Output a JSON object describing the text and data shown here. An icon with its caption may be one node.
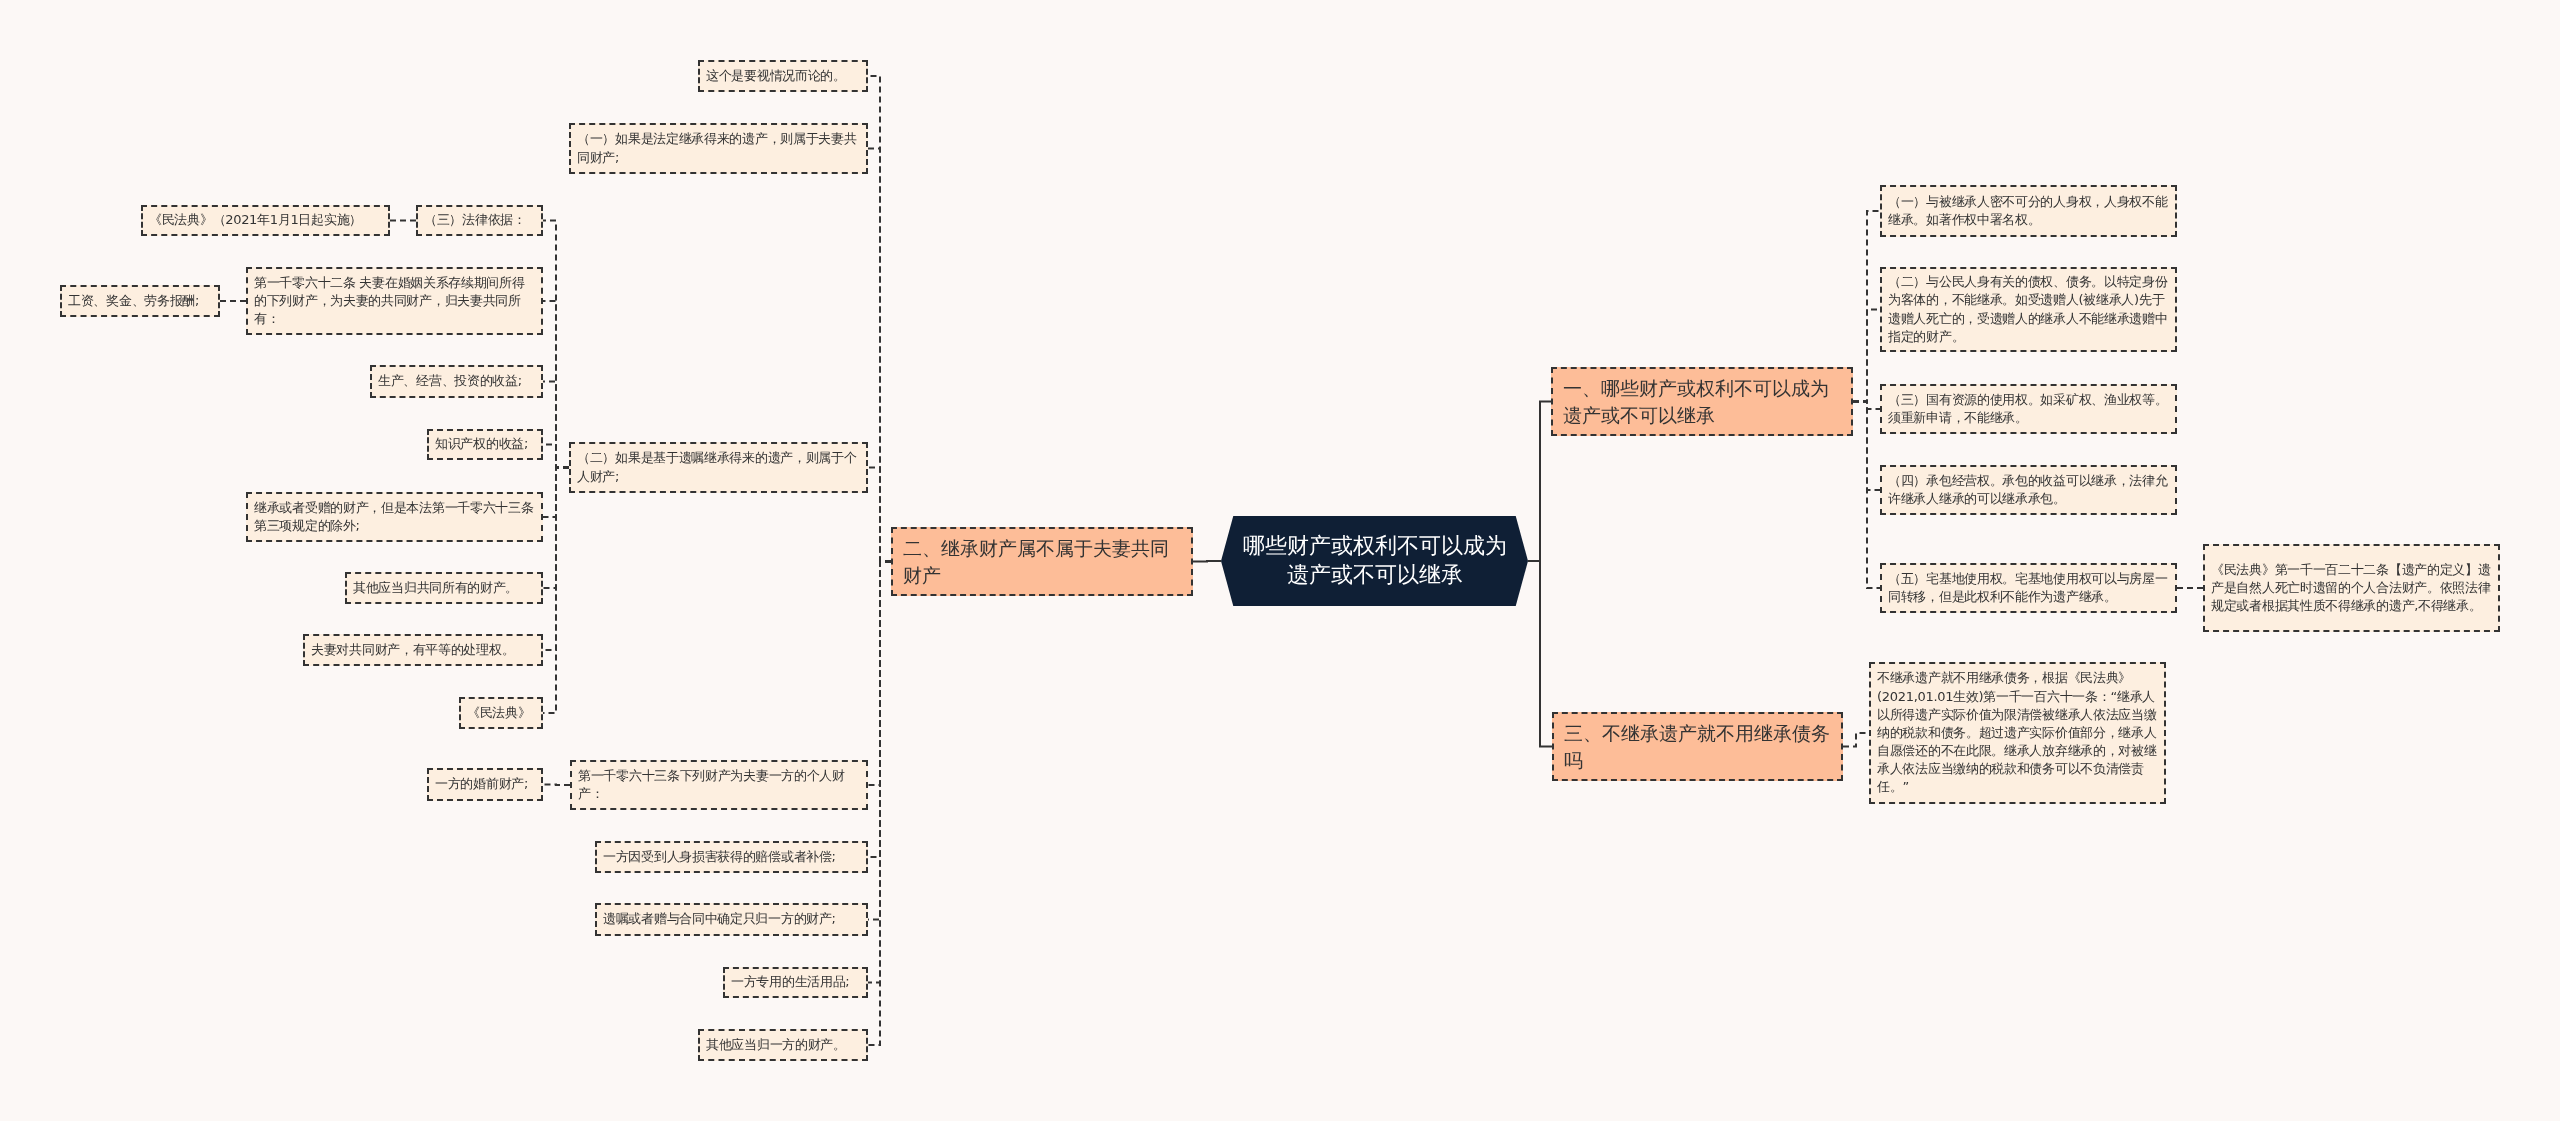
{
  "diagram": {
    "nodes": [
      {
        "text": [
          "哪些财产或权利不可以成为遗产或不可以继承"
        ]
      },
      {
        "text": [
          "一、哪些财产或权利不可以成为遗产或不可以继承"
        ]
      },
      {
        "text": [
          "（一）与被继承人密不可分的人身权，人身权不能继承。如著作权中署名权。"
        ]
      },
      {
        "text": [
          "（二）与公民人身有关的债权、债务。以特定身份为客体的，不能继承。如受遗赠人(被继承人)先于遗赠人死亡的，受遗赠人的继承人不能继承遗赠中指定的财产。"
        ]
      },
      {
        "text": [
          "（三）国有资源的使用权。如采矿权、渔业权等。须重新申请，不能继承。"
        ]
      },
      {
        "text": [
          "（四）承包经营权。承包的收益可以继承，法律允许继承人继承的可以继承承包。"
        ]
      },
      {
        "text": [
          "（五）宅基地使用权。宅基地使用权可以与房屋一同转移，但是此权利不能作为遗产继承。"
        ]
      },
      {
        "text": [
          "《民法典》第一千一百二十二条【遗产的定义】遗产是自然人死亡时遗留的个人合法财产。依照法律规定或者根据其性质不得继承的遗产,不得继承。"
        ]
      },
      {
        "text": [
          "三、不继承遗产就不用继承债务吗"
        ]
      },
      {
        "text": [
          "不继承遗产就不用继承债务，根据《民法典》(2021,01.01生效)第一千一百六十一条：“继承人以所得遗产实际价值为限清偿被继承人依法应当缴纳的税款和债务。超过遗产实际价值部分，继承人自愿偿还的不在此限。继承人放弃继承的，对被继承人依法应当缴纳的税款和债务可以不负清偿责任。”"
        ]
      },
      {
        "text": [
          "二、继承财产属不属于夫妻共同财产"
        ]
      },
      {
        "text": [
          "这个是要视情况而论的。"
        ]
      },
      {
        "text": [
          "（一）如果是法定继承得来的遗产，则属于夫妻共同财产;"
        ]
      },
      {
        "text": [
          "（二）如果是基于遗嘱继承得来的遗产，则属于个人财产;"
        ]
      },
      {
        "text": [
          "（三）法律依据："
        ]
      },
      {
        "text": [
          "《民法典》（2021年1月1日起实施）"
        ]
      },
      {
        "text": [
          "第一千零六十二条 夫妻在婚姻关系存续期间所得的下列财产，为夫妻的共同财产，归夫妻共同所有："
        ]
      },
      {
        "text": [
          "工资、奖金、劳务报酬;"
        ]
      },
      {
        "text": [
          "生产、经营、投资的收益;"
        ]
      },
      {
        "text": [
          "知识产权的收益;"
        ]
      },
      {
        "text": [
          "继承或者受赠的财产，但是本法第一千零六十三条第三项规定的除外;"
        ]
      },
      {
        "text": [
          "其他应当归共同所有的财产。"
        ]
      },
      {
        "text": [
          "夫妻对共同财产，有平等的处理权。"
        ]
      },
      {
        "text": [
          "《民法典》"
        ]
      },
      {
        "text": [
          "第一千零六十三条下列财产为夫妻一方的个人财产："
        ]
      },
      {
        "text": [
          "一方的婚前财产;"
        ]
      },
      {
        "text": [
          "一方因受到人身损害获得的赔偿或者补偿;"
        ]
      },
      {
        "text": [
          "遗嘱或者赠与合同中确定只归一方的财产;"
        ]
      },
      {
        "text": [
          "一方专用的生活用品;"
        ]
      },
      {
        "text": [
          "其他应当归一方的财产。"
        ]
      }
    ],
    "edges": [
      {
        "from": 0,
        "to": 1,
        "arrow": "none"
      },
      {
        "from": 1,
        "to": 2,
        "arrow": "none",
        "style": "dashed"
      },
      {
        "from": 1,
        "to": 3,
        "arrow": "none",
        "style": "dashed"
      },
      {
        "from": 1,
        "to": 4,
        "arrow": "none",
        "style": "dashed"
      },
      {
        "from": 1,
        "to": 5,
        "arrow": "none",
        "style": "dashed"
      },
      {
        "from": 1,
        "to": 6,
        "arrow": "none",
        "style": "dashed"
      },
      {
        "from": 6,
        "to": 7,
        "arrow": "none",
        "style": "dashed"
      },
      {
        "from": 0,
        "to": 8,
        "arrow": "none"
      },
      {
        "from": 8,
        "to": 9,
        "arrow": "none",
        "style": "dashed"
      },
      {
        "from": 0,
        "to": 10,
        "arrow": "none"
      },
      {
        "from": 10,
        "to": 11,
        "arrow": "none",
        "style": "dashed"
      },
      {
        "from": 10,
        "to": 12,
        "arrow": "none",
        "style": "dashed"
      },
      {
        "from": 10,
        "to": 13,
        "arrow": "none",
        "style": "dashed"
      },
      {
        "from": 13,
        "to": 14,
        "arrow": "none",
        "style": "dashed"
      },
      {
        "from": 14,
        "to": 15,
        "arrow": "none",
        "style": "dashed"
      },
      {
        "from": 13,
        "to": 16,
        "arrow": "none",
        "style": "dashed"
      },
      {
        "from": 16,
        "to": 17,
        "arrow": "none",
        "style": "dashed"
      },
      {
        "from": 13,
        "to": 18,
        "arrow": "none",
        "style": "dashed"
      },
      {
        "from": 13,
        "to": 19,
        "arrow": "none",
        "style": "dashed"
      },
      {
        "from": 13,
        "to": 20,
        "arrow": "none",
        "style": "dashed"
      },
      {
        "from": 13,
        "to": 21,
        "arrow": "none",
        "style": "dashed"
      },
      {
        "from": 13,
        "to": 22,
        "arrow": "none",
        "style": "dashed"
      },
      {
        "from": 13,
        "to": 23,
        "arrow": "none",
        "style": "dashed"
      },
      {
        "from": 10,
        "to": 24,
        "arrow": "none",
        "style": "dashed"
      },
      {
        "from": 24,
        "to": 25,
        "arrow": "none",
        "style": "dashed"
      },
      {
        "from": 10,
        "to": 26,
        "arrow": "none",
        "style": "dashed"
      },
      {
        "from": 10,
        "to": 27,
        "arrow": "none",
        "style": "dashed"
      },
      {
        "from": 10,
        "to": 28,
        "arrow": "none",
        "style": "dashed"
      },
      {
        "from": 10,
        "to": 29,
        "arrow": "none",
        "style": "dashed"
      }
    ]
  }
}
